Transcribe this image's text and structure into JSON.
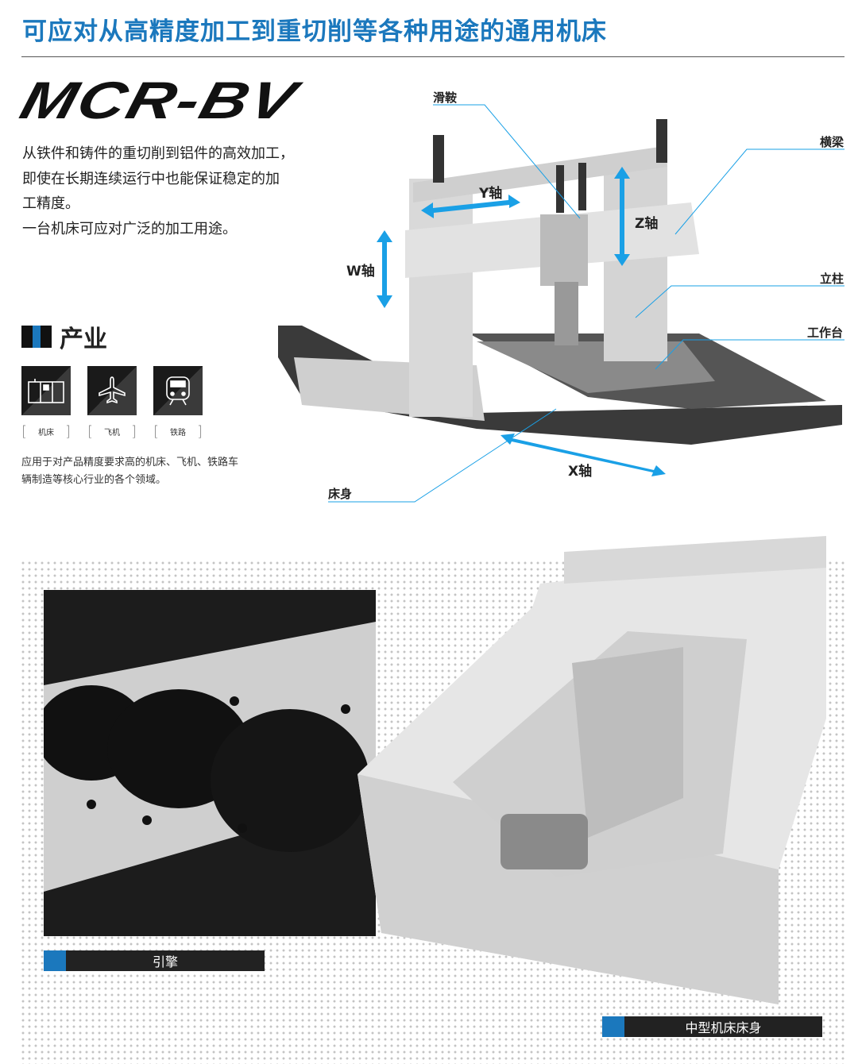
{
  "title": "可应对从高精度加工到重切削等各种用途的通用机床",
  "model": "MCR-BV",
  "intro": [
    "从铁件和铸件的重切削到铝件的高效加工，",
    "即使在长期连续运行中也能保证稳定的加",
    "工精度。",
    "一台机床可应对广泛的加工用途。"
  ],
  "industry": {
    "heading": "产业",
    "items": [
      {
        "label": "机床",
        "icon": "machine-tool-icon"
      },
      {
        "label": "飞机",
        "icon": "airplane-icon"
      },
      {
        "label": "铁路",
        "icon": "train-icon"
      }
    ],
    "description": [
      "应用于对产品精度要求高的机床、飞机、铁路车",
      "辆制造等核心行业的各个领域。"
    ]
  },
  "diagram": {
    "callouts": {
      "saddle": "滑鞍",
      "crossrail": "横梁",
      "column": "立柱",
      "table": "工作台",
      "bed": "床身"
    },
    "axes": {
      "x": "X轴",
      "y": "Y轴",
      "z": "Z轴",
      "w": "W轴"
    }
  },
  "photos": {
    "engine": "引擎",
    "bed": "中型机床床身"
  },
  "colors": {
    "accent": "#1b78bd",
    "arrow": "#1aa0e6"
  }
}
